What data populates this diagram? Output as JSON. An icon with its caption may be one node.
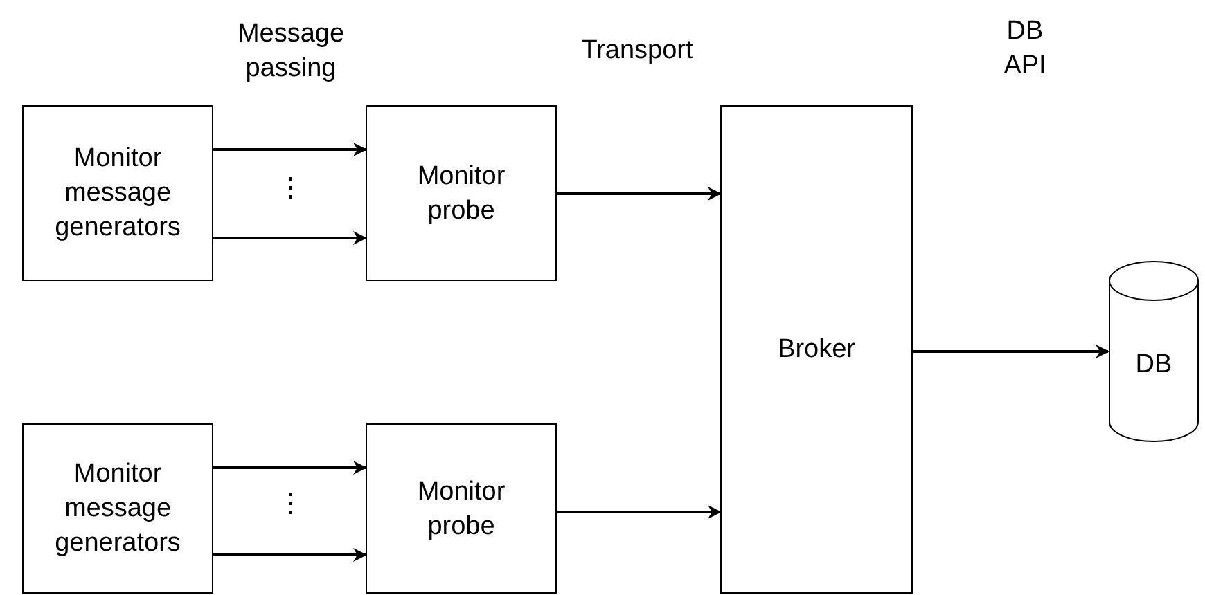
{
  "diagram": {
    "nodes": [
      {
        "text": [
          "Monitor message generators"
        ]
      },
      {
        "text": [
          "Monitor probe"
        ]
      },
      {
        "text": [
          "Broker"
        ]
      },
      {
        "text": [
          "DB"
        ]
      },
      {
        "text": [
          "Monitor message generators"
        ]
      },
      {
        "text": [
          "Monitor probe"
        ]
      }
    ],
    "edges": [
      {
        "from": 0,
        "to": 1,
        "arrow": "to"
      },
      {
        "from": 0,
        "to": 1,
        "arrow": "to"
      },
      {
        "from": 1,
        "to": 2,
        "arrow": "to"
      },
      {
        "from": 2,
        "to": 3,
        "arrow": "to"
      },
      {
        "from": 4,
        "to": 5,
        "arrow": "to"
      },
      {
        "from": 4,
        "to": 5,
        "arrow": "to"
      },
      {
        "from": 5,
        "to": 2,
        "arrow": "to"
      }
    ],
    "labels": [
      "Message passing",
      "Transport",
      "DB API",
      "⋮",
      "⋮"
    ]
  }
}
